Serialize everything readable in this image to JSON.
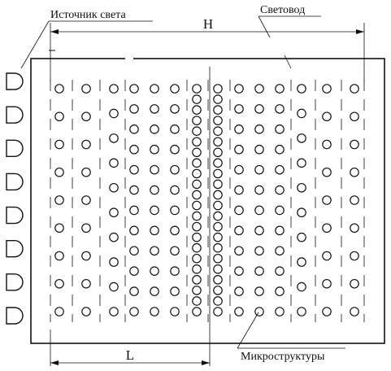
{
  "labels": {
    "light_source": "Источник света",
    "light_guide": "Световод",
    "height": "H",
    "length": "L",
    "microstructures": "Микроструктуры"
  },
  "colors": {
    "stroke": "#111111",
    "background": "#ffffff"
  },
  "layout_info": {
    "light_source_count": 8,
    "microstructure_grid": "8 zones of dot columns; density highest at center"
  }
}
